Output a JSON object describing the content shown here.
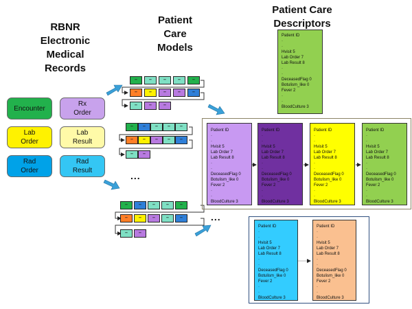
{
  "headers": {
    "ehr": "RBNR\nElectronic\nMedical\nRecords",
    "models": "Patient\nCare\nModels",
    "descriptors": "Patient Care\nDescriptors"
  },
  "records": {
    "encounter": "Encounter",
    "rx_order": "Rx\nOrder",
    "lab_order": "Lab\nOrder",
    "lab_result": "Lab\nResult",
    "rad_order": "Rad\nOrder",
    "rad_result": "Rad\nResult"
  },
  "seq_mark": "–",
  "ellipsis": "...",
  "descriptor_lines": [
    "Patient ID",
    "·",
    "·",
    "Hvisit 5",
    "Lab Order 7",
    "Lab Result 8",
    "·",
    "·",
    "DeceasedFlag 0",
    "Botulism_like 0",
    "Fever 2",
    "·",
    "·",
    "BloodCulture 3"
  ],
  "colors": {
    "encounter": "#22b14c",
    "rx": "#c8a2ec",
    "lab_order": "#fff200",
    "lab_result": "#fffaa8",
    "rad_order": "#00a2e8",
    "rad_result": "#34c6f4",
    "mint": "#7fe0c4",
    "blue": "#2f7fd8",
    "orange": "#ff7f27",
    "violet": "#b87ae0",
    "card_green": "#92d050",
    "card_lilac": "#c899f2",
    "card_purple": "#7030a0",
    "card_yellow": "#ffff00",
    "card_cyan": "#33ccff",
    "card_peach": "#fac090",
    "arrow": "#3aa0d8"
  }
}
